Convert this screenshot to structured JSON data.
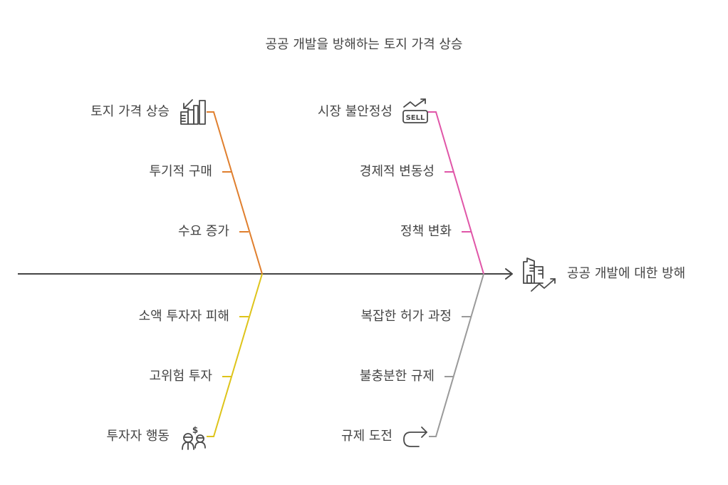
{
  "title": "공공 개발을 방해하는 토지 가격 상승",
  "effect": {
    "label": "공공 개발에 대한 방해",
    "icon": "building-growth-icon"
  },
  "colors": {
    "spine": "#454545",
    "text": "#444444",
    "branch_top_left": "#E07F2E",
    "branch_top_right": "#E056A8",
    "branch_bottom_left": "#DEC41A",
    "branch_bottom_right": "#9A9A9A",
    "icon": "#4A4A4A"
  },
  "categories": [
    {
      "id": "top-left",
      "label": "토지 가격 상승",
      "icon": "bar-chart-down-arrow-icon",
      "color": "#E07F2E",
      "causes": [
        "투기적 구매",
        "수요 증가"
      ]
    },
    {
      "id": "top-right",
      "label": "시장 불안정성",
      "icon": "sell-trend-icon",
      "color": "#E056A8",
      "causes": [
        "경제적 변동성",
        "정책 변화"
      ]
    },
    {
      "id": "bottom-left",
      "label": "투자자 행동",
      "icon": "investors-money-icon",
      "color": "#DEC41A",
      "causes": [
        "소액 투자자 피해",
        "고위험 투자"
      ]
    },
    {
      "id": "bottom-right",
      "label": "규제 도전",
      "icon": "redirect-arrow-icon",
      "color": "#9A9A9A",
      "causes": [
        "복잡한 허가 과정",
        "불충분한 규제"
      ]
    }
  ]
}
